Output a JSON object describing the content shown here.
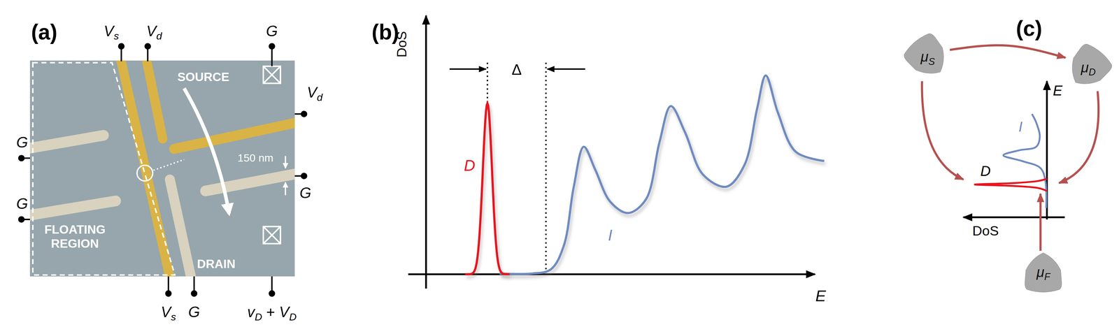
{
  "diagram": {
    "nodes": [
      {
        "text": [
          "μS"
        ]
      },
      {
        "text": [
          "μD"
        ]
      },
      {
        "text": [
          "μF"
        ]
      }
    ],
    "edges": [
      {
        "from": 0,
        "to": 1,
        "arrow": "to"
      }
    ],
    "labels": [
      "(a)",
      "Vs",
      "Vd",
      "G",
      "SOURCE",
      "Vd",
      "G",
      "150 nm",
      "G",
      "G",
      "FLOATING REGION",
      "DRAIN",
      "Vs",
      "G",
      "vD + VD",
      "(b)",
      "DoS",
      "Δ",
      "D",
      "I",
      "E",
      "(c)",
      "E",
      "I",
      "D",
      "DoS"
    ]
  }
}
